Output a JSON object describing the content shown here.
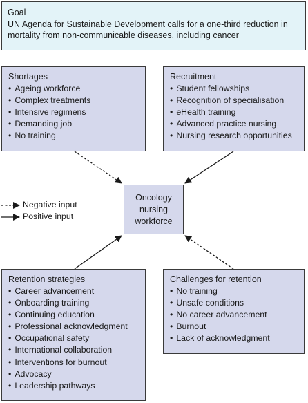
{
  "goal": {
    "title": "Goal",
    "text": "UN Agenda for Sustainable Development calls for a one-third reduction in mortality from non-communicable diseases, including cancer"
  },
  "center": {
    "lines": [
      "Oncology",
      "nursing",
      "workforce"
    ]
  },
  "shortages": {
    "title": "Shortages",
    "items": [
      "Ageing workforce",
      "Complex treatments",
      "Intensive regimens",
      "Demanding job",
      "No training"
    ]
  },
  "recruitment": {
    "title": "Recruitment",
    "items": [
      "Student fellowships",
      "Recognition of specialisation",
      "eHealth training",
      "Advanced practice nursing",
      "Nursing research opportunities"
    ]
  },
  "retention": {
    "title": "Retention strategies",
    "items": [
      "Career advancement",
      "Onboarding training",
      "Continuing education",
      "Professional acknowledgment",
      "Occupational safety",
      "International collaboration",
      "Interventions for burnout",
      "Advocacy",
      "Leadership pathways"
    ]
  },
  "challenges": {
    "title": "Challenges for retention",
    "items": [
      "No training",
      "Unsafe conditions",
      "No career advancement",
      "Burnout",
      "Lack of acknowledgment"
    ]
  },
  "legend": {
    "negative": "Negative input",
    "positive": "Positive input"
  },
  "colors": {
    "goal_fill": "#e3f3f8",
    "panel_fill": "#d5d8ec",
    "line": "#1a1a1a"
  }
}
